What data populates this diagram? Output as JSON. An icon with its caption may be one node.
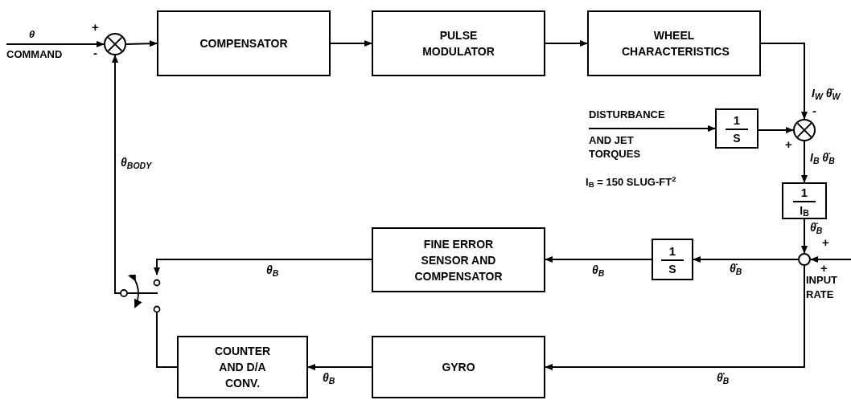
{
  "diagram": {
    "nodes": [
      {
        "text": [],
        "shape": "circle",
        "beside": [
          "+",
          "-"
        ]
      },
      {
        "text": [
          "COMPENSATOR"
        ]
      },
      {
        "text": [
          "PULSE MODULATOR"
        ]
      },
      {
        "text": [
          "WHEEL CHARACTERISTICS"
        ]
      },
      {
        "text": [
          "1",
          "S"
        ]
      },
      {
        "text": [],
        "shape": "circle",
        "beside": [
          "-",
          "+"
        ]
      },
      {
        "text": [
          "1",
          "I$_{B}$"
        ]
      },
      {
        "text": [],
        "shape": "switch"
      },
      {
        "text": [
          "FINE ERROR SENSOR AND COMPENSATOR"
        ]
      },
      {
        "text": [
          "1",
          "S"
        ]
      },
      {
        "text": [],
        "shape": "circle",
        "beside": [
          "+",
          "+"
        ]
      },
      {
        "text": [
          "COUNTER AND D/A CONV."
        ]
      },
      {
        "text": [
          "GYRO"
        ]
      },
      {
        "text": [
          "θ",
          "COMMAND"
        ]
      },
      {
        "text": [
          "DISTURBANCE",
          "AND JET TORQUES"
        ]
      }
    ],
    "edges": [
      {
        "from": 13,
        "to": 0,
        "arrow": "to"
      },
      {
        "from": 0,
        "to": 1,
        "arrow": "to"
      },
      {
        "from": 1,
        "to": 2,
        "arrow": "to"
      },
      {
        "from": 2,
        "to": 3,
        "arrow": "to"
      },
      {
        "from": 3,
        "to": 5,
        "arrow": "to",
        "label": "I$_{W}$ θ̇$_{W}$"
      },
      {
        "from": 14,
        "to": 4,
        "arrow": "to"
      },
      {
        "from": 4,
        "to": 5,
        "arrow": "to"
      },
      {
        "from": 5,
        "to": 6,
        "arrow": "to",
        "label": "I$_{B}$ θ̇$_{B}$"
      },
      {
        "from": 6,
        "to": 10,
        "arrow": "to",
        "label": "θ̇$_{B}$"
      },
      {
        "from": null,
        "to": 10,
        "arrow": "to"
      },
      {
        "from": 10,
        "to": 9,
        "arrow": "to",
        "label": "θ̇$_{B}$"
      },
      {
        "from": 9,
        "to": 8,
        "arrow": "to",
        "label": "θ$_{B}$"
      },
      {
        "from": 8,
        "to": 7,
        "arrow": "to",
        "label": "θ$_{B}$"
      },
      {
        "from": 10,
        "to": 12,
        "arrow": "to",
        "label": "θ̇$_{B}$"
      },
      {
        "from": 12,
        "to": 11,
        "arrow": "to",
        "label": "θ$_{B}$"
      },
      {
        "from": 11,
        "to": 7,
        "arrow": "none"
      },
      {
        "from": 7,
        "to": 0,
        "arrow": "to",
        "label": "θ$_{BODY}$"
      }
    ],
    "labels": [
      "I$_{B}$ = 150 SLUG-FT$^{2}$",
      "INPUT RATE"
    ]
  }
}
